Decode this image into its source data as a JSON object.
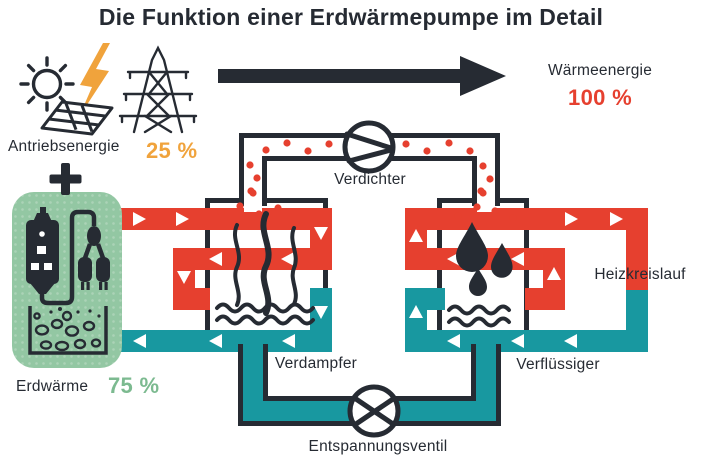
{
  "title": "Die Funktion einer Erdwärmepumpe im Detail",
  "energy_input": {
    "label": "Antriebsenergie",
    "value": "25 %",
    "icons": [
      "sun-icon",
      "lightning-icon",
      "power-tower-icon",
      "solar-panel-icon"
    ]
  },
  "energy_output": {
    "label": "Wärmeenergie",
    "value": "100 %"
  },
  "ground_heat": {
    "label": "Erdwärme",
    "value": "75 %",
    "icons": [
      "plus-icon",
      "heat-pump-icon",
      "power-plug-icon",
      "soil-icon"
    ]
  },
  "components": {
    "compressor": "Verdichter",
    "evaporator": "Verdampfer",
    "condenser": "Verflüssiger",
    "expansion_valve": "Entspannungsventil",
    "heating_circuit": "Heizkreislauf"
  },
  "colors": {
    "dark": "#262b33",
    "red": "#e6402f",
    "teal": "#1898a0",
    "orange": "#f0a33c",
    "green_light": "#93c7a3",
    "green_text": "#7cba90",
    "white": "#ffffff"
  }
}
